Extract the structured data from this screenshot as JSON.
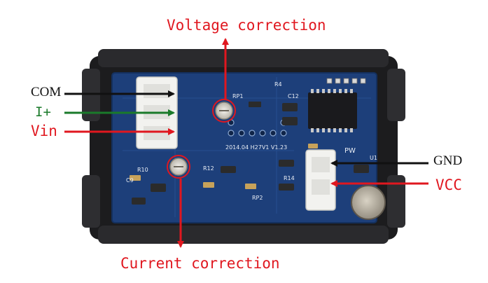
{
  "labels": {
    "voltage_correction": "Voltage correction",
    "current_correction": "Current correction",
    "com": "COM",
    "i_plus": "I+",
    "vin": "Vin",
    "gnd": "GND",
    "vcc": "VCC"
  },
  "pcb_text": {
    "date_rev": "2014.04  H27V1  V1.23",
    "rp1": "RP1",
    "rp2": "RP2",
    "c12": "C12",
    "r10": "R10",
    "r12": "R12",
    "r14": "R14",
    "r4": "R4",
    "u1": "U1",
    "c9": "C9",
    "pw": "PW"
  },
  "colors": {
    "red_arrow": "#e0171f",
    "black_arrow": "#111111",
    "green_arrow": "#1a7a2a",
    "pcb_blue": "#1d3f7a",
    "case_black": "#1c1c1e"
  }
}
